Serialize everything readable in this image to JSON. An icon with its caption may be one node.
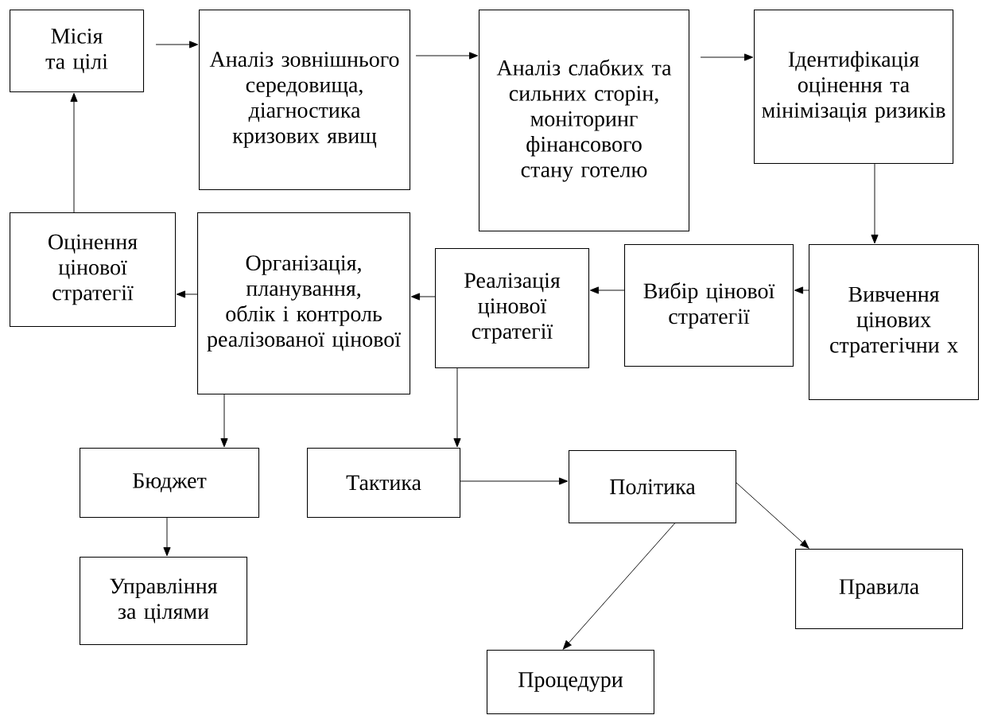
{
  "diagram": {
    "nodes": [
      {
        "text": [
          "Місія та цілі"
        ]
      },
      {
        "text": [
          "Аналіз зовнішнього середовища, діагностика кризових явищ"
        ]
      },
      {
        "text": [
          "Аналіз слабких та сильних сторін, моніторинг фінансового стану готелю"
        ]
      },
      {
        "text": [
          "Ідентифікація оцінення та мінімізація ризиків"
        ]
      },
      {
        "text": [
          "Вивчення цінових стратегічни х"
        ]
      },
      {
        "text": [
          "Вибір цінової стратегії"
        ]
      },
      {
        "text": [
          "Реалізація цінової стратегії"
        ]
      },
      {
        "text": [
          "Організація, планування, облік і контроль реалізованої цінової"
        ]
      },
      {
        "text": [
          "Оцінення цінової стратегії"
        ]
      },
      {
        "text": [
          "Бюджет"
        ]
      },
      {
        "text": [
          "Тактика"
        ]
      },
      {
        "text": [
          "Політика"
        ]
      },
      {
        "text": [
          "Правила"
        ]
      },
      {
        "text": [
          "Процедури"
        ]
      },
      {
        "text": [
          "Управління за цілями"
        ]
      }
    ],
    "edges": [
      {
        "from": 0,
        "to": 1,
        "arrow": "to"
      },
      {
        "from": 1,
        "to": 2,
        "arrow": "to"
      },
      {
        "from": 2,
        "to": 3,
        "arrow": "to"
      },
      {
        "from": 3,
        "to": 4,
        "arrow": "to"
      },
      {
        "from": 4,
        "to": 5,
        "arrow": "to"
      },
      {
        "from": 5,
        "to": 6,
        "arrow": "to"
      },
      {
        "from": 6,
        "to": 7,
        "arrow": "to"
      },
      {
        "from": 7,
        "to": 8,
        "arrow": "to"
      },
      {
        "from": 8,
        "to": 0,
        "arrow": "to"
      },
      {
        "from": 7,
        "to": 9,
        "arrow": "to"
      },
      {
        "from": 6,
        "to": 10,
        "arrow": "to"
      },
      {
        "from": 10,
        "to": 11,
        "arrow": "to"
      },
      {
        "from": 11,
        "to": 12,
        "arrow": "to"
      },
      {
        "from": 11,
        "to": 13,
        "arrow": "to"
      },
      {
        "from": 9,
        "to": 14,
        "arrow": "to"
      }
    ]
  }
}
